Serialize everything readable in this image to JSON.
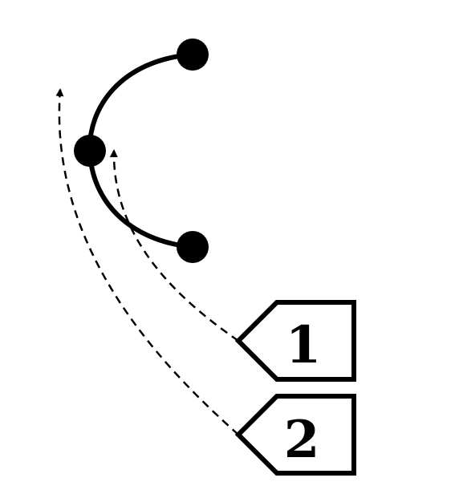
{
  "colors": {
    "ink": "#000000",
    "background": "#ffffff"
  },
  "diagram": {
    "nodes": [
      {
        "name": "top-node"
      },
      {
        "name": "middle-node"
      },
      {
        "name": "bottom-node"
      }
    ],
    "tags": [
      {
        "label": "1",
        "points_to": "middle-node"
      },
      {
        "label": "2",
        "points_to": "beyond-middle-node"
      }
    ]
  }
}
